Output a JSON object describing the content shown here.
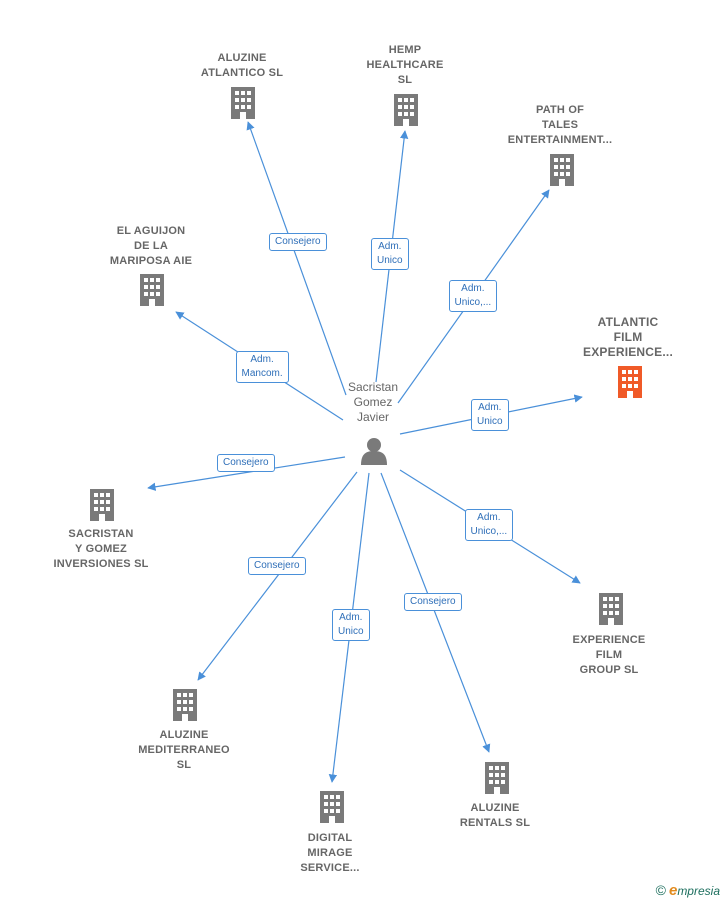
{
  "colors": {
    "edge": "#4a90d9",
    "building": "#7a7a7a",
    "building_highlight": "#f05a28",
    "person": "#7a7a7a"
  },
  "person": {
    "name_lines": [
      "Sacristan",
      "Gomez",
      "Javier"
    ]
  },
  "companies": [
    {
      "id": "aluzine-atlantico",
      "lines": [
        "ALUZINE",
        "ATLANTICO  SL"
      ],
      "highlight": false
    },
    {
      "id": "hemp-healthcare",
      "lines": [
        "HEMP",
        "HEALTHCARE",
        "SL"
      ],
      "highlight": false
    },
    {
      "id": "path-of-tales",
      "lines": [
        "PATH OF",
        "TALES",
        "ENTERTAINMENT..."
      ],
      "highlight": false
    },
    {
      "id": "el-aguijon",
      "lines": [
        "EL AGUIJON",
        "DE LA",
        "MARIPOSA AIE"
      ],
      "highlight": false
    },
    {
      "id": "atlantic-film",
      "lines": [
        "ATLANTIC",
        "FILM",
        "EXPERIENCE..."
      ],
      "highlight": true
    },
    {
      "id": "sacristan-gomez",
      "lines": [
        "SACRISTAN",
        "Y GOMEZ",
        "INVERSIONES SL"
      ],
      "highlight": false
    },
    {
      "id": "experience-film",
      "lines": [
        "EXPERIENCE",
        "FILM",
        "GROUP  SL"
      ],
      "highlight": false
    },
    {
      "id": "aluzine-mediterraneo",
      "lines": [
        "ALUZINE",
        "MEDITERRANEO",
        "SL"
      ],
      "highlight": false
    },
    {
      "id": "aluzine-rentals",
      "lines": [
        "ALUZINE",
        "RENTALS SL"
      ],
      "highlight": false
    },
    {
      "id": "digital-mirage",
      "lines": [
        "DIGITAL",
        "MIRAGE",
        "SERVICE..."
      ],
      "highlight": false
    }
  ],
  "roles": [
    {
      "target": "aluzine-atlantico",
      "lines": [
        "Consejero"
      ]
    },
    {
      "target": "hemp-healthcare",
      "lines": [
        "Adm.",
        "Unico"
      ]
    },
    {
      "target": "path-of-tales",
      "lines": [
        "Adm.",
        "Unico,..."
      ]
    },
    {
      "target": "el-aguijon",
      "lines": [
        "Adm.",
        "Mancom."
      ]
    },
    {
      "target": "atlantic-film",
      "lines": [
        "Adm.",
        "Unico"
      ]
    },
    {
      "target": "sacristan-gomez",
      "lines": [
        "Consejero"
      ]
    },
    {
      "target": "experience-film",
      "lines": [
        "Adm.",
        "Unico,..."
      ]
    },
    {
      "target": "aluzine-mediterraneo",
      "lines": [
        "Consejero"
      ]
    },
    {
      "target": "aluzine-rentals",
      "lines": [
        "Consejero"
      ]
    },
    {
      "target": "digital-mirage",
      "lines": [
        "Adm.",
        "Unico"
      ]
    }
  ],
  "watermark": {
    "symbol": "©",
    "brand_initial": "e",
    "brand_rest": "mpresia"
  }
}
